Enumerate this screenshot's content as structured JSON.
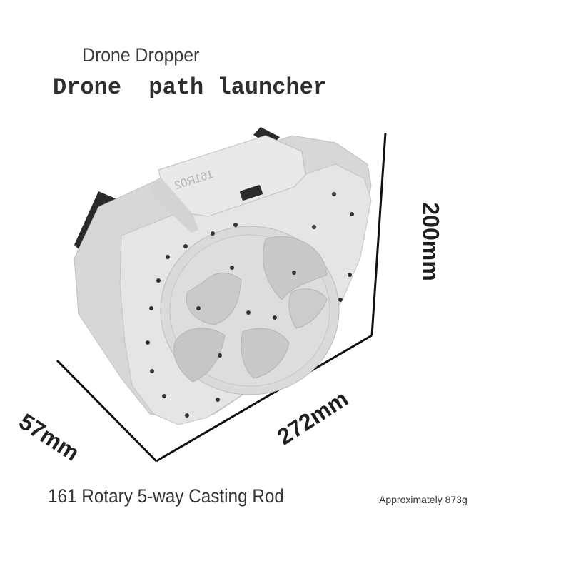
{
  "header": {
    "subtitle": "Drone Dropper",
    "title": "Drone  path launcher"
  },
  "dimensions": {
    "height": "200mm",
    "depth": "57mm",
    "width": "272mm"
  },
  "device": {
    "embossed_label": "161R02"
  },
  "footer": {
    "model": "161 Rotary 5-way Casting Rod",
    "weight": "Approximately 873g"
  },
  "colors": {
    "body": "#e3e4e4",
    "body_shadow": "#c9caca",
    "clip": "#2a2a2a",
    "lines": "#111111"
  }
}
